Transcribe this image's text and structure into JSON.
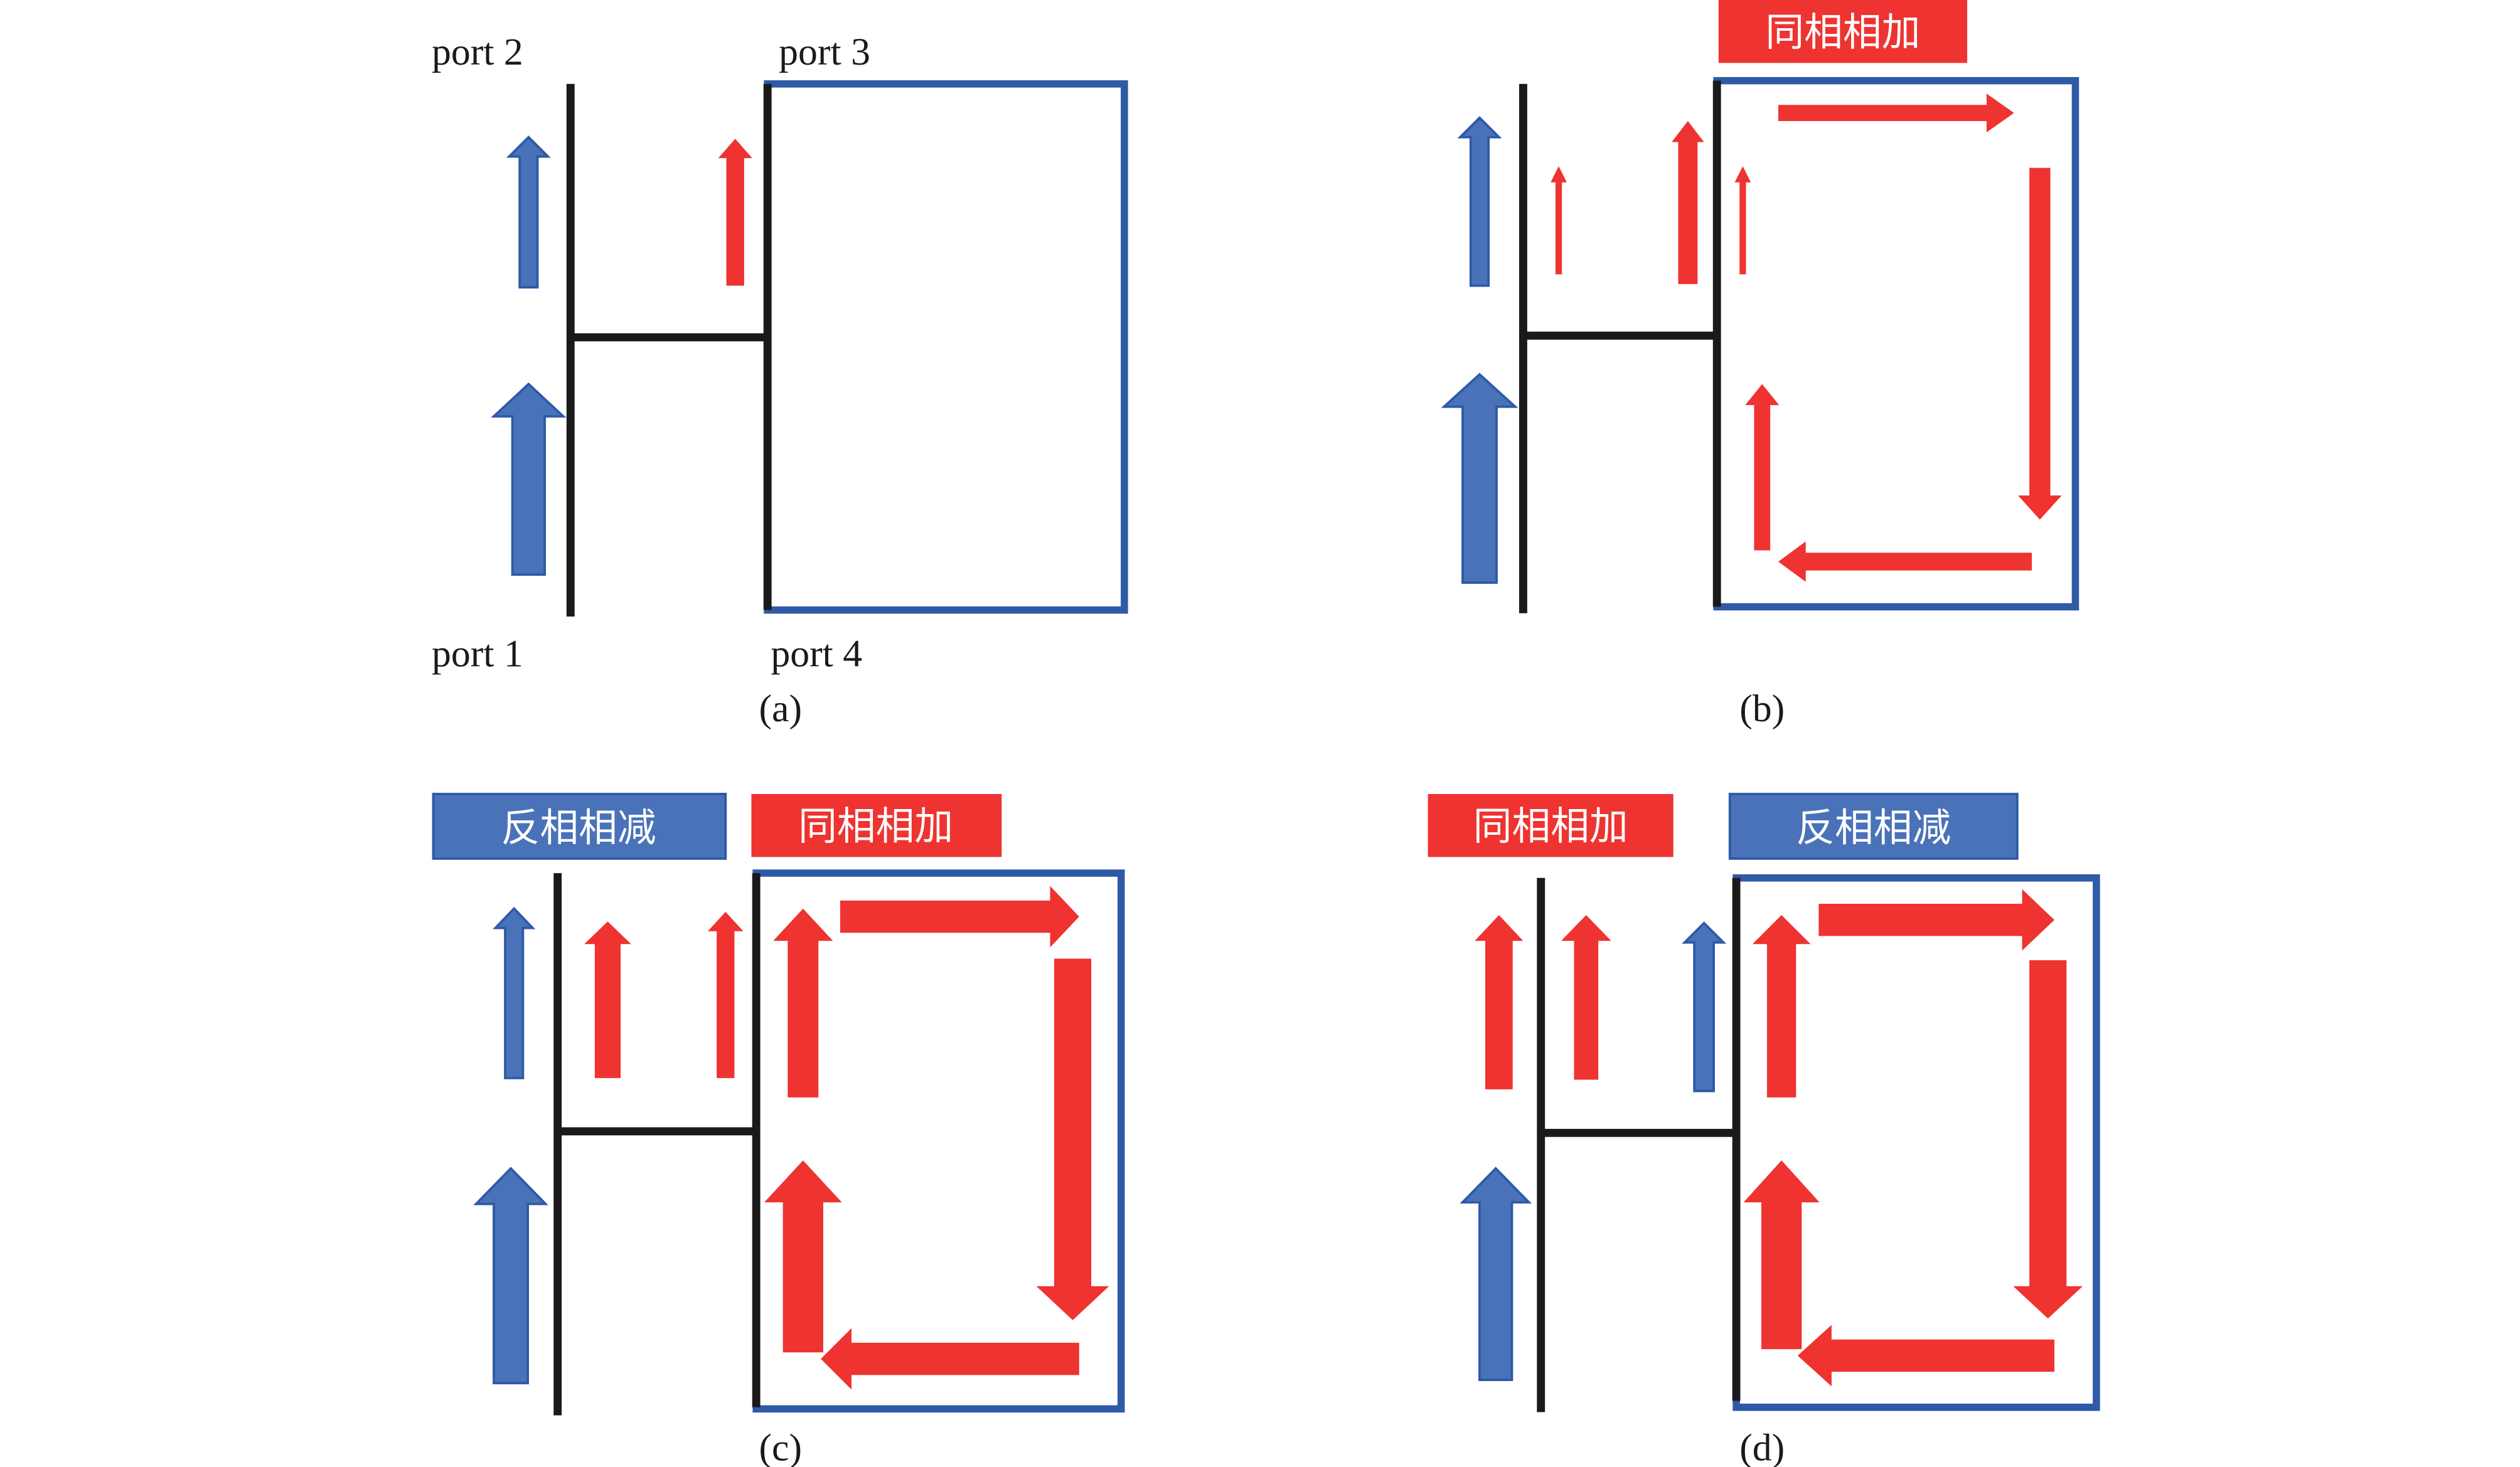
{
  "colors": {
    "red": "#EE3331",
    "blue_arrow": "#4A72B8",
    "blue_frame": "#2E5AA6",
    "black": "#1a1a1a"
  },
  "panels": {
    "a": {
      "caption": "(a)",
      "port1": "port 1",
      "port2": "port 2",
      "port3": "port 3",
      "port4": "port 4"
    },
    "b": {
      "caption": "(b)",
      "tag_in_phase": "同相相加"
    },
    "c": {
      "caption": "(c)",
      "tag_anti_phase": "反相相减",
      "tag_in_phase": "同相相加"
    },
    "d": {
      "caption": "(d)",
      "tag_in_phase": "同相相加",
      "tag_anti_phase": "反相相减"
    }
  }
}
